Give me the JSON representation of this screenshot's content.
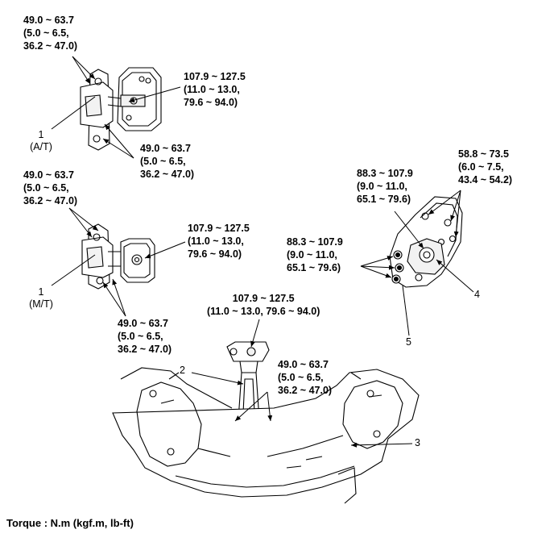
{
  "torques": {
    "at_mount_top": [
      "49.0 ~ 63.7",
      "(5.0 ~ 6.5,",
      "36.2 ~ 47.0)"
    ],
    "at_mount_right": [
      "107.9 ~ 127.5",
      "(11.0 ~ 13.0,",
      "79.6 ~ 94.0)"
    ],
    "at_mount_bottom": [
      "49.0 ~ 63.7",
      "(5.0 ~ 6.5,",
      "36.2 ~ 47.0)"
    ],
    "mt_mount_top": [
      "49.0 ~ 63.7",
      "(5.0 ~ 6.5,",
      "36.2 ~ 47.0)"
    ],
    "mt_mount_right": [
      "107.9 ~ 127.5",
      "(11.0 ~ 13.0,",
      "79.6 ~ 94.0)"
    ],
    "mt_mount_bottom": [
      "49.0 ~ 63.7",
      "(5.0 ~ 6.5,",
      "36.2 ~ 47.0)"
    ],
    "engine_mount_right": [
      "58.8 ~ 73.5",
      "(6.0 ~ 7.5,",
      "43.4 ~ 54.2)"
    ],
    "engine_mount_top": [
      "88.3 ~ 107.9",
      "(9.0 ~ 11.0,",
      "65.1 ~ 79.6)"
    ],
    "engine_mount_left": [
      "88.3 ~ 107.9",
      "(9.0 ~ 11.0,",
      "65.1 ~ 79.6)"
    ],
    "roll_rod_top": [
      "107.9 ~ 127.5",
      "(11.0 ~ 13.0, 79.6 ~ 94.0)"
    ],
    "roll_rod_right": [
      "49.0 ~ 63.7",
      "(5.0 ~ 6.5,",
      "36.2 ~ 47.0)"
    ]
  },
  "callouts": {
    "at_number": "1",
    "at_type": "(A/T)",
    "mt_number": "1",
    "mt_type": "(M/T)",
    "roll_rod": "2",
    "subframe": "3",
    "engine_mount": "4",
    "engine_bracket": "5"
  },
  "footer": {
    "torque_unit": "Torque : N.m (kgf.m, lb-ft)"
  }
}
